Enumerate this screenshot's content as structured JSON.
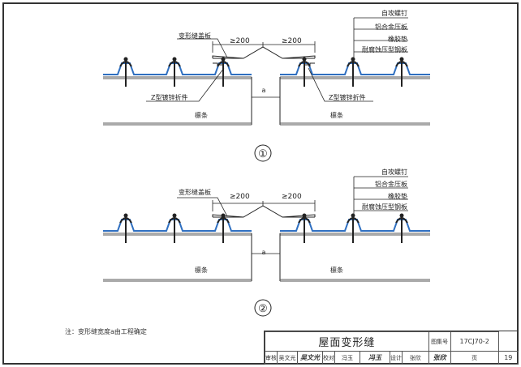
{
  "drawing": {
    "details": [
      {
        "number": "①",
        "labels": {
          "cover_plate": "变形缝盖板",
          "dim_left": "≥200",
          "dim_right": "≥200",
          "z_part_left": "Z型镀锌折件",
          "z_part_right": "Z型镀锌折件",
          "gap": "a",
          "purlin_left": "檩条",
          "purlin_right": "檩条"
        },
        "layers": [
          "自攻螺钉",
          "铝合金压板",
          "橡胶垫",
          "耐腐蚀压型钢板"
        ]
      },
      {
        "number": "②",
        "labels": {
          "cover_plate": "变形缝盖板",
          "dim_left": "≥200",
          "dim_right": "≥200",
          "gap": "a",
          "purlin_left": "檩条",
          "purlin_right": "檩条"
        },
        "layers": [
          "自攻螺钉",
          "铝合金压板",
          "橡胶垫",
          "耐腐蚀压型钢板"
        ]
      }
    ],
    "colors": {
      "sheet": "#2f6fc0",
      "line": "#222222",
      "purlin": "#555555"
    }
  },
  "note": "注：变形缝宽度a由工程确定",
  "title_block": {
    "title": "屋面变形缝",
    "atlas_label": "图集号",
    "atlas_no": "17CJ70-2",
    "page_label": "页",
    "page_no": "19",
    "review_label": "审核",
    "reviewer": "吴文光",
    "reviewer_sig": "吴文光",
    "check_label": "校对",
    "checker": "冯玉",
    "checker_sig": "冯玉",
    "design_label": "设计",
    "designer": "张欣",
    "designer_sig": "张欣"
  }
}
